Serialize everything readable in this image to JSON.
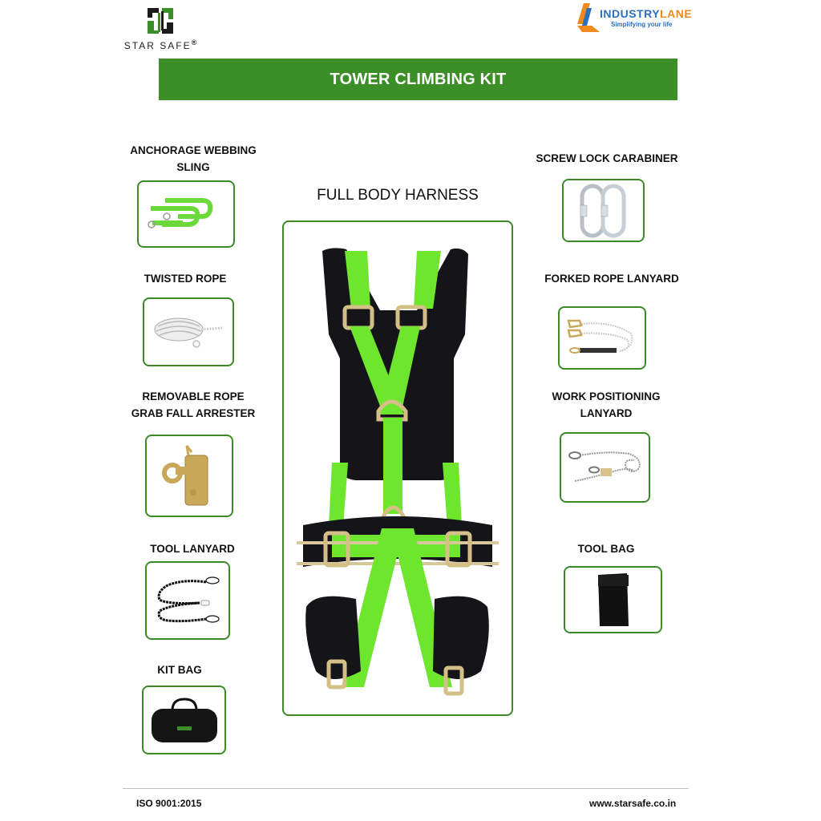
{
  "header": {
    "left_logo": {
      "brand": "STAR SAFE",
      "registered": "®",
      "icon": "starsafe-logo-icon"
    },
    "right_logo": {
      "name_part1": "INDUSTRY",
      "name_part2": "LANE",
      "tagline": "Simplifying your life",
      "icon": "industrylane-logo-icon"
    },
    "banner_title": "TOWER CLIMBING KIT"
  },
  "colors": {
    "brand_green": "#3c8f26",
    "box_border": "#3c8a27",
    "harness_green": "#6ee62e",
    "industrylane_blue": "#2d6fbf",
    "industrylane_orange": "#ef8a1d"
  },
  "center": {
    "title": "FULL BODY HARNESS",
    "image": "full-body-harness-image"
  },
  "left_items": [
    {
      "label_line1": "ANCHORAGE WEBBING",
      "label_line2": "SLING",
      "image": "anchorage-webbing-sling-image"
    },
    {
      "label_line1": "TWISTED ROPE",
      "label_line2": "",
      "image": "twisted-rope-image"
    },
    {
      "label_line1": "REMOVABLE ROPE",
      "label_line2": "GRAB FALL ARRESTER",
      "image": "rope-grab-fall-arrester-image"
    },
    {
      "label_line1": "TOOL LANYARD",
      "label_line2": "",
      "image": "tool-lanyard-image"
    },
    {
      "label_line1": "KIT BAG",
      "label_line2": "",
      "image": "kit-bag-image"
    }
  ],
  "right_items": [
    {
      "label_line1": "SCREW LOCK CARABINER",
      "label_line2": "",
      "image": "screw-lock-carabiner-image"
    },
    {
      "label_line1": "FORKED ROPE LANYARD",
      "label_line2": "",
      "image": "forked-rope-lanyard-image"
    },
    {
      "label_line1": "WORK POSITIONING",
      "label_line2": "LANYARD",
      "image": "work-positioning-lanyard-image"
    },
    {
      "label_line1": "TOOL BAG",
      "label_line2": "",
      "image": "tool-bag-image"
    }
  ],
  "footer": {
    "certification": "ISO 9001:2015",
    "website": "www.starsafe.co.in"
  }
}
